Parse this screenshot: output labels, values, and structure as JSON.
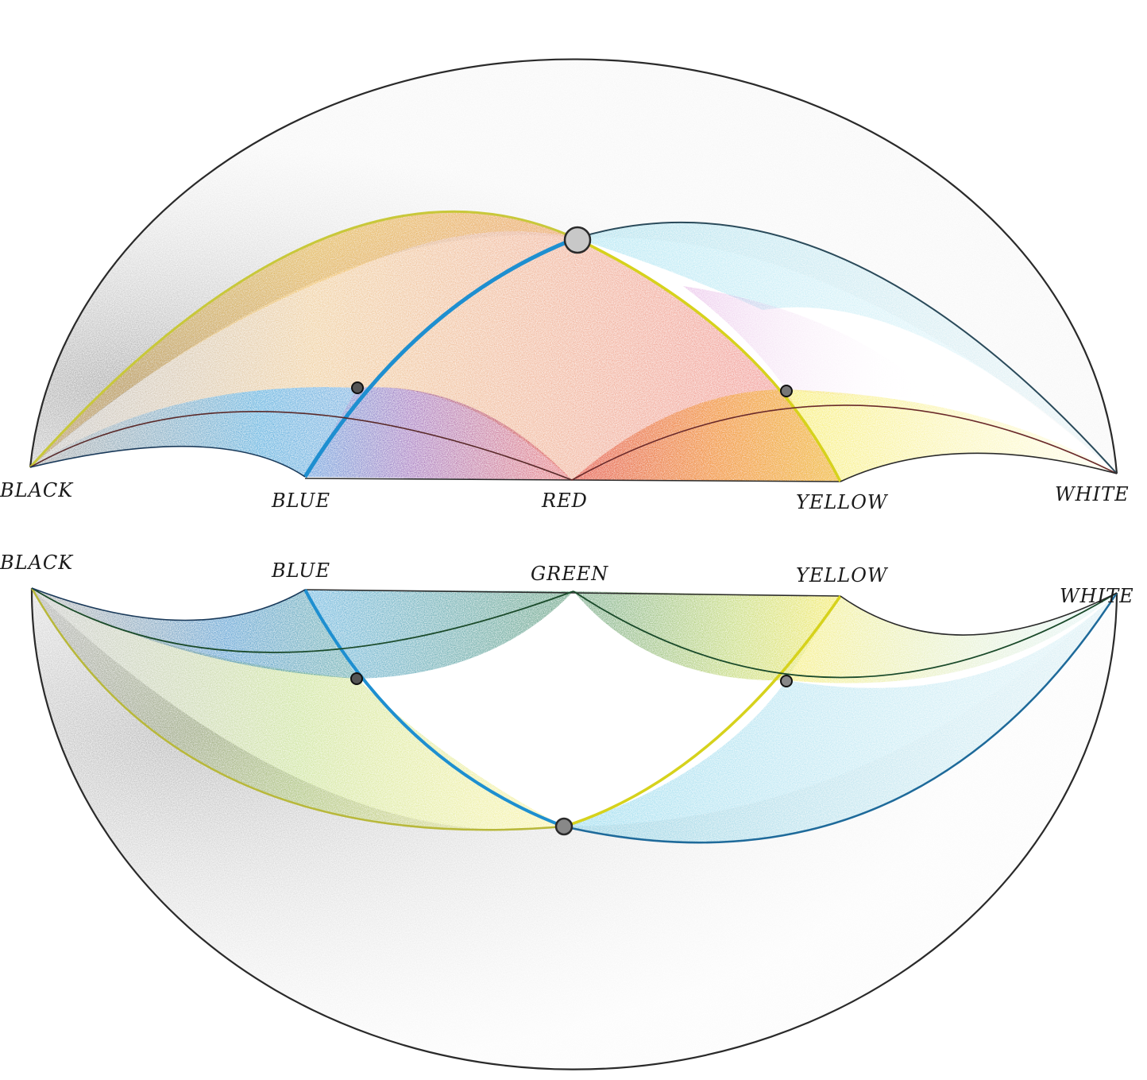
{
  "top_labels": {
    "black": "BLACK",
    "blue": "BLUE",
    "red": "RED",
    "yellow": "YELLOW",
    "white": "WHITE"
  },
  "bottom_labels": {
    "black": "BLACK",
    "blue": "BLUE",
    "green": "GREEN",
    "yellow": "YELLOW",
    "white": "WHITE"
  },
  "colors": {
    "blue": "#1e8fd0",
    "red": "#e03a3a",
    "yellow": "#f2e21c",
    "green": "#2f7d4f",
    "cyan": "#6fd0e8",
    "orange": "#f49a1a",
    "purple": "#7a3aa0",
    "magenta": "#d07ad0",
    "black": "#222222"
  }
}
